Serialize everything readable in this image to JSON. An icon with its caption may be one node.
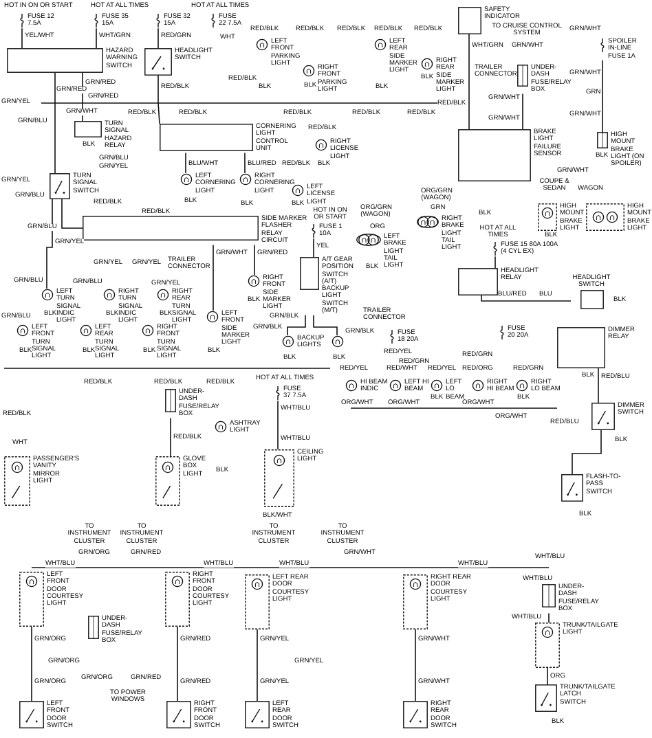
{
  "diagram": {
    "nodes": [
      {
        "text": [
          "HAZARD WARNING SWITCH"
        ]
      },
      {
        "text": [
          "HEADLIGHT SWITCH"
        ]
      },
      {
        "text": [
          "TURN SIGNAL HAZARD RELAY"
        ]
      },
      {
        "text": [
          "CORNERING LIGHT CONTROL UNIT"
        ]
      },
      {
        "text": [
          "LEFT CORNERING LIGHT"
        ]
      },
      {
        "text": [
          "RIGHT CORNERING LIGHT"
        ]
      },
      {
        "text": [
          "TURN SIGNAL SWITCH"
        ]
      },
      {
        "text": [
          "SIDE MARKER FLASHER RELAY CIRCUIT"
        ]
      },
      {
        "text": [
          "TRAILER CONNECTOR"
        ]
      },
      {
        "text": [
          "LEFT TURN SIGNAL INDIC LIGHT"
        ]
      },
      {
        "text": [
          "RIGHT TURN SIGNAL INDIC LIGHT"
        ]
      },
      {
        "text": [
          "RIGHT REAR TURN SIGNAL LIGHT"
        ]
      },
      {
        "text": [
          "LEFT FRONT TURN SIGNAL LIGHT"
        ]
      },
      {
        "text": [
          "LEFT REAR TURN SIGNAL LIGHT"
        ]
      },
      {
        "text": [
          "RIGHT FRONT TURN SIGNAL LIGHT"
        ]
      },
      {
        "text": [
          "LEFT FRONT SIDE MARKER LIGHT"
        ]
      },
      {
        "text": [
          "LEFT FRONT PARKING LIGHT"
        ]
      },
      {
        "text": [
          "RIGHT FRONT PARKING LIGHT"
        ]
      },
      {
        "text": [
          "LEFT REAR SIDE MARKER LIGHT"
        ]
      },
      {
        "text": [
          "RIGHT REAR SIDE MARKER LIGHT"
        ]
      },
      {
        "text": [
          "RIGHT LICENSE LIGHT"
        ]
      },
      {
        "text": [
          "LEFT LICENSE LIGHT"
        ]
      },
      {
        "text": [
          "RIGHT FRONT SIDE MARKER LIGHT"
        ]
      },
      {
        "text": [
          "FUSE 1 10A"
        ]
      },
      {
        "text": [
          "A/T GEAR POSITION SWITCH (A/T) BACKUP LIGHT SWITCH (M/T)"
        ]
      },
      {
        "text": [
          "TRAILER CONNECTOR"
        ]
      },
      {
        "text": [
          "BACKUP LIGHTS"
        ]
      },
      {
        "text": [],
        "shape": "circle"
      },
      {
        "text": [
          "LEFT BRAKE LIGHT TAIL LIGHT"
        ]
      },
      {
        "text": [
          "RIGHT BRAKE LIGHT TAIL LIGHT"
        ]
      },
      {
        "text": [
          "FUSE 18 20A"
        ]
      },
      {
        "text": [
          "SAFETY INDICATOR"
        ]
      },
      {
        "text": [
          "UNDER-DASH FUSE/RELAY BOX"
        ]
      },
      {
        "text": [
          "BRAKE LIGHT FAILURE SENSOR"
        ]
      },
      {
        "text": [
          "SPOILER IN-LINE FUSE 1A"
        ]
      },
      {
        "text": [
          "HIGH MOUNT BRAKE LIGHT (ON SPOILER)"
        ]
      },
      {
        "text": [
          "HIGH MOUNT BRAKE LIGHT"
        ]
      },
      {
        "text": [
          "HIGH MOUNT BRAKE LIGHT"
        ]
      },
      {
        "text": [
          "FUSE 15 80A 100A (4 CYL EX)"
        ]
      },
      {
        "text": [
          "HEADLIGHT RELAY"
        ]
      },
      {
        "text": [
          "HEADLIGHT SWITCH"
        ]
      },
      {
        "text": [
          "FUSE 20 20A"
        ]
      },
      {
        "text": [
          "DIMMER RELAY"
        ]
      },
      {
        "text": [
          "HI BEAM INDIC"
        ]
      },
      {
        "text": [
          "LEFT HI BEAM"
        ]
      },
      {
        "text": [
          "LEFT LO BEAM"
        ]
      },
      {
        "text": [
          "RIGHT HI BEAM"
        ]
      },
      {
        "text": [
          "RIGHT LO BEAM"
        ]
      },
      {
        "text": [
          "DIMMER SWITCH"
        ]
      },
      {
        "text": [
          "FLASH-TO-PASS SWITCH"
        ]
      },
      {
        "text": [
          "UNDER-DASH FUSE/RELAY BOX"
        ]
      },
      {
        "text": [
          "ASHTRAY LIGHT"
        ]
      },
      {
        "text": [
          "FUSE 37 7.5A"
        ]
      },
      {
        "text": [
          "PASSENGER'S VANITY MIRROR LIGHT"
        ]
      },
      {
        "text": [
          "GLOVE BOX LIGHT"
        ]
      },
      {
        "text": [
          "CEILING LIGHT"
        ]
      },
      {
        "text": [
          "LEFT FRONT DOOR COURTESY LIGHT"
        ]
      },
      {
        "text": [
          "UNDER-DASH FUSE/RELAY BOX"
        ]
      },
      {
        "text": [
          "RIGHT FRONT DOOR COURTESY LIGHT"
        ]
      },
      {
        "text": [
          "LEFT REAR DOOR COURTESY LIGHT"
        ]
      },
      {
        "text": [
          "RIGHT REAR DOOR COURTESY LIGHT"
        ]
      },
      {
        "text": [
          "UNDER-DASH FUSE/RELAY BOX"
        ]
      },
      {
        "text": [
          "TRUNK/TAILGATE LIGHT"
        ]
      },
      {
        "text": [
          "LEFT FRONT DOOR SWITCH"
        ]
      },
      {
        "text": [
          "RIGHT FRONT DOOR SWITCH"
        ]
      },
      {
        "text": [
          "LEFT REAR DOOR SWITCH"
        ]
      },
      {
        "text": [
          "RIGHT REAR DOOR SWITCH"
        ]
      },
      {
        "text": [
          "TRUNK/TAILGATE LATCH SWITCH"
        ]
      },
      {
        "text": [
          "FUSE 12 7.5A"
        ]
      },
      {
        "text": [
          "FUSE 35 15A"
        ]
      },
      {
        "text": [
          "FUSE 32 15A"
        ]
      },
      {
        "text": [
          "FUSE 22 7.5A"
        ]
      },
      {
        "text": [
          "TRAILER CONNECTOR"
        ]
      }
    ],
    "edges": [
      {
        "from": 68,
        "to": 0,
        "arrow": "none"
      },
      {
        "from": 69,
        "to": 0,
        "arrow": "none"
      },
      {
        "from": 70,
        "to": 1,
        "arrow": "none"
      },
      {
        "from": 0,
        "to": 2,
        "arrow": "none"
      },
      {
        "from": 0,
        "to": 6,
        "arrow": "none"
      },
      {
        "from": 1,
        "to": 3,
        "arrow": "none"
      },
      {
        "from": 3,
        "to": 4,
        "arrow": "none"
      },
      {
        "from": 3,
        "to": 5,
        "arrow": "none"
      },
      {
        "from": 6,
        "to": 7,
        "arrow": "none"
      },
      {
        "from": 7,
        "to": 15,
        "arrow": "none"
      },
      {
        "from": 7,
        "to": 22,
        "arrow": "none"
      },
      {
        "from": 6,
        "to": 9,
        "arrow": "none"
      },
      {
        "from": 23,
        "to": 24,
        "arrow": "none"
      },
      {
        "from": 24,
        "to": 26,
        "arrow": "none"
      },
      {
        "from": 24,
        "to": 27,
        "arrow": "none"
      },
      {
        "from": 31,
        "to": 33,
        "arrow": "none"
      },
      {
        "from": 32,
        "to": 33,
        "arrow": "none"
      },
      {
        "from": 34,
        "to": 35,
        "arrow": "none"
      },
      {
        "from": 38,
        "to": 39,
        "arrow": "none"
      },
      {
        "from": 39,
        "to": 40,
        "arrow": "none"
      },
      {
        "from": 42,
        "to": 48,
        "arrow": "none"
      },
      {
        "from": 48,
        "to": 49,
        "arrow": "none"
      },
      {
        "from": 52,
        "to": 55,
        "arrow": "none"
      },
      {
        "from": 50,
        "to": 54,
        "arrow": "none"
      },
      {
        "from": 56,
        "to": 63,
        "arrow": "none"
      },
      {
        "from": 58,
        "to": 64,
        "arrow": "none"
      },
      {
        "from": 59,
        "to": 65,
        "arrow": "none"
      },
      {
        "from": 60,
        "to": 66,
        "arrow": "none"
      },
      {
        "from": 61,
        "to": 62,
        "arrow": "none"
      },
      {
        "from": 62,
        "to": 67,
        "arrow": "none"
      }
    ],
    "labels": [
      "HOT IN ON OR START",
      "HOT AT ALL TIMES",
      "HOT AT ALL TIMES",
      "YEL/WHT",
      "WHT/GRN",
      "RED/GRN",
      "WHT",
      "GRN/RED",
      "RED/BLK",
      "GRN/YEL",
      "GRN/RED",
      "GRN/RED",
      "GRN/WHT",
      "RED/BLK",
      "RED/BLK",
      "GRN/BLU",
      "BLK",
      "GRN/BLU",
      "GRN/YEL",
      "BLU/WHT",
      "GRN/YEL",
      "GRN/BLU",
      "RED/BLK",
      "BLK",
      "RED/BLK",
      "GRN/BLU",
      "GRN/YEL",
      "GRN/WHT",
      "GRN/YEL",
      "GRN/YEL",
      "GRN/BLU",
      "GRN/BLU",
      "GRN/YEL",
      "BLK",
      "BLK",
      "BLK",
      "GRN/BLU",
      "BLK",
      "BLK",
      "BLK",
      "BLK",
      "RED/BLK",
      "RED/BLK",
      "RED/BLK",
      "RED/BLK",
      "RED/BLK",
      "RED/BLK",
      "BLK",
      "BLK",
      "BLK",
      "BLK",
      "RED/BLK",
      "RED/BLK",
      "RED/BLK",
      "RED/BLK",
      "BLU/RED",
      "RED/BLK",
      "BLK",
      "BLK",
      "BLK",
      "HOT IN ON OR START",
      "YEL",
      "GRN/RED",
      "BLK",
      "GRN/BLK",
      "GRN/BLK",
      "GRN/BLK",
      "BLK",
      "BLK",
      "ORG/GRN (WAGON)",
      "ORG",
      "BLK",
      "RED/YEL",
      "RED/GRN",
      "RED/YEL",
      "RED/WHT",
      "WHT/GRN",
      "TO CRUISE CONTROL SYSTEM",
      "GRN/WHT",
      "GRN/WHT",
      "GRN/WHT",
      "GRN",
      "GRN/WHT",
      "RED/BLK",
      "GRN/WHT",
      "GRN/WHT",
      "BLK",
      "GRN/WHT",
      "ORG/GRN (WAGON)",
      "GRN",
      "COUPE & SEDAN",
      "WAGON",
      "BLK",
      "BLK",
      "HOT AT ALL TIMES",
      "BLU/RED",
      "BLU",
      "BLK",
      "RED/GRN",
      "RED/YEL",
      "RED/ORG",
      "RED/GRN",
      "ORG/WHT",
      "ORG/WHT",
      "ORG/WHT",
      "ORG/WHT",
      "BLK",
      "BLK",
      "BLK",
      "RED/BLU",
      "RED/BLU",
      "BLK",
      "BLK",
      "WHT/BLU",
      "WHT/BLU",
      "ORG",
      "BLK",
      "HOT AT ALL TIMES",
      "WHT/BLU",
      "WHT/BLU",
      "BLK/WHT",
      "BLK",
      "TO INSTRUMENT CLUSTER",
      "TO INSTRUMENT CLUSTER",
      "GRN/WHT",
      "WHT/BLU",
      "GRN/YEL",
      "GRN/YEL",
      "GRN/YEL",
      "GRN/WHT",
      "GRN/WHT",
      "RED/BLK",
      "RED/BLK",
      "RED/BLK",
      "RED/BLK",
      "RED/BLK",
      "WHT",
      "TO INSTRUMENT CLUSTER",
      "TO INSTRUMENT CLUSTER",
      "GRN/ORG",
      "GRN/RED",
      "WHT/BLU",
      "WHT/BLU",
      "GRN/ORG",
      "GRN/RED",
      "GRN/ORG",
      "GRN/ORG",
      "GRN/RED",
      "GRN/ORG",
      "GRN/RED",
      "TO POWER WINDOWS",
      "WHT/BLU",
      "WHT/BLU"
    ]
  }
}
